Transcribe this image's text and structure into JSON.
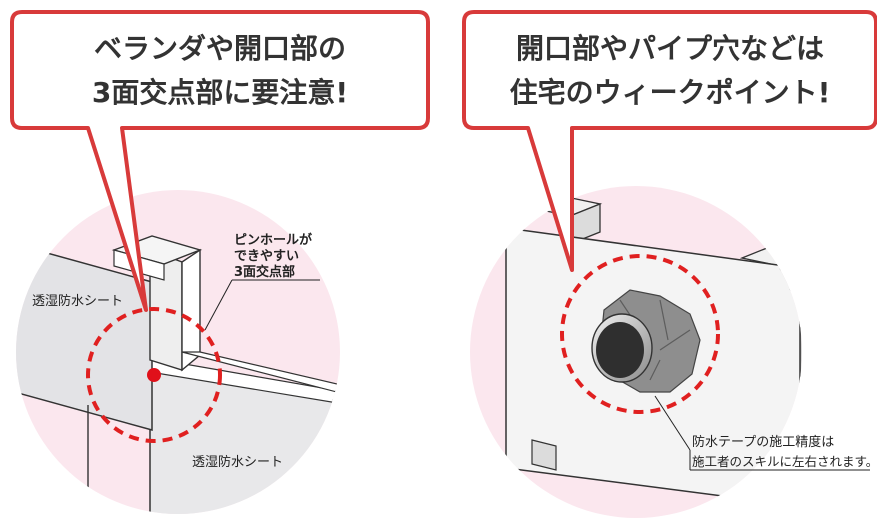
{
  "left_panel": {
    "bubble_line1": "ベランダや開口部の",
    "bubble_line2": "3面交点部に要注意!",
    "label_sheet_upper": "透湿防水シート",
    "label_sheet_lower": "透湿防水シート",
    "callout_line1": "ピンホールが",
    "callout_line2": "できやすい",
    "callout_line3": "3面交点部"
  },
  "right_panel": {
    "bubble_line1": "開口部やパイプ穴などは",
    "bubble_line2": "住宅のウィークポイント!",
    "callout_line1": "防水テープの施工精度は",
    "callout_line2": "施工者のスキルに左右されます。"
  },
  "colors": {
    "bubble_border": "#d83a3a",
    "circle_bg": "#fbe7ee",
    "dashed_circle": "#e02020",
    "point_dot": "#e0101a"
  }
}
